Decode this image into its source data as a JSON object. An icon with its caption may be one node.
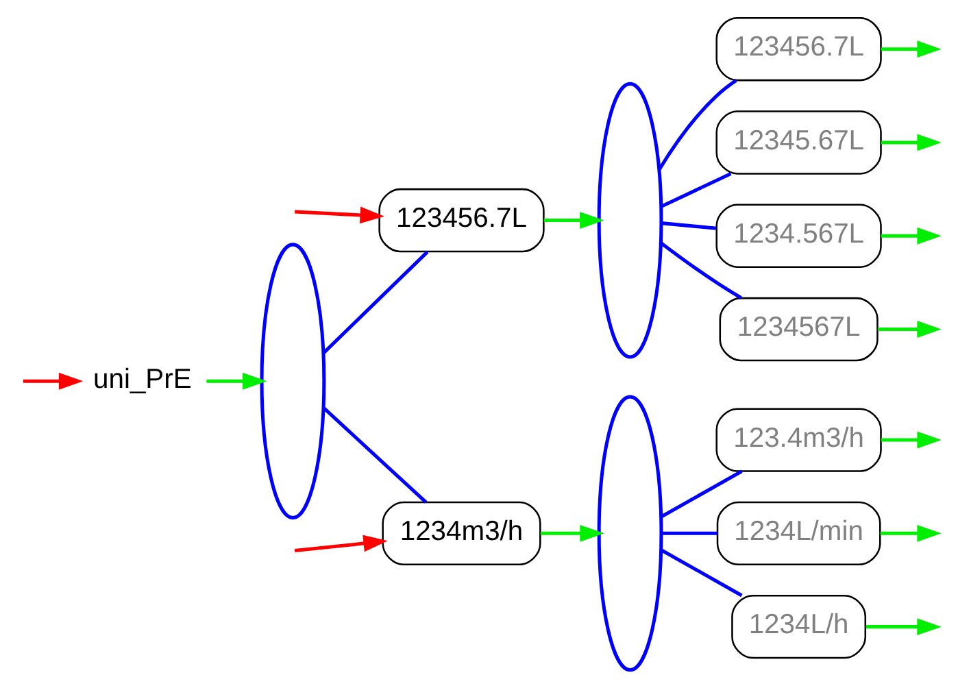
{
  "diagram": {
    "nodes": [
      {
        "text": [
          "uni_PrE"
        ]
      },
      {
        "text": [],
        "shape": "ellipse"
      },
      {
        "text": [
          "123456.7L"
        ]
      },
      {
        "text": [
          "1234m3/h"
        ]
      },
      {
        "text": [],
        "shape": "ellipse"
      },
      {
        "text": [
          "123456.7L"
        ]
      },
      {
        "text": [
          "12345.67L"
        ]
      },
      {
        "text": [
          "1234.567L"
        ]
      },
      {
        "text": [
          "1234567L"
        ]
      },
      {
        "text": [],
        "shape": "ellipse"
      },
      {
        "text": [
          "123.4m3/h"
        ]
      },
      {
        "text": [
          "1234L/min"
        ]
      },
      {
        "text": [
          "1234L/h"
        ]
      }
    ],
    "edges": [
      {
        "from": 0,
        "to": 1,
        "arrow": "to"
      },
      {
        "from": null,
        "to": 0,
        "arrow": "to",
        "color": "#ff0000"
      },
      {
        "from": 1,
        "to": 2,
        "arrow": "none",
        "color": "#0000ff"
      },
      {
        "from": 1,
        "to": 3,
        "arrow": "none",
        "color": "#0000ff"
      },
      {
        "from": 2,
        "to": 4,
        "arrow": "to"
      },
      {
        "from": null,
        "to": 2,
        "arrow": "to",
        "color": "#ff0000"
      },
      {
        "from": 3,
        "to": 9,
        "arrow": "to"
      },
      {
        "from": null,
        "to": 3,
        "arrow": "to",
        "color": "#ff0000"
      },
      {
        "from": 4,
        "to": 5,
        "arrow": "none",
        "color": "#0000ff"
      },
      {
        "from": 4,
        "to": 6,
        "arrow": "none",
        "color": "#0000ff"
      },
      {
        "from": 4,
        "to": 7,
        "arrow": "none",
        "color": "#0000ff"
      },
      {
        "from": 4,
        "to": 8,
        "arrow": "none",
        "color": "#0000ff"
      },
      {
        "from": 5,
        "to": null,
        "arrow": "to"
      },
      {
        "from": 6,
        "to": null,
        "arrow": "to"
      },
      {
        "from": 7,
        "to": null,
        "arrow": "to"
      },
      {
        "from": 8,
        "to": null,
        "arrow": "to"
      },
      {
        "from": 9,
        "to": 10,
        "arrow": "none",
        "color": "#0000ff"
      },
      {
        "from": 9,
        "to": 11,
        "arrow": "none",
        "color": "#0000ff"
      },
      {
        "from": 9,
        "to": 12,
        "arrow": "none",
        "color": "#0000ff"
      },
      {
        "from": 10,
        "to": null,
        "arrow": "to"
      },
      {
        "from": 11,
        "to": null,
        "arrow": "to"
      },
      {
        "from": 12,
        "to": null,
        "arrow": "to"
      }
    ]
  }
}
